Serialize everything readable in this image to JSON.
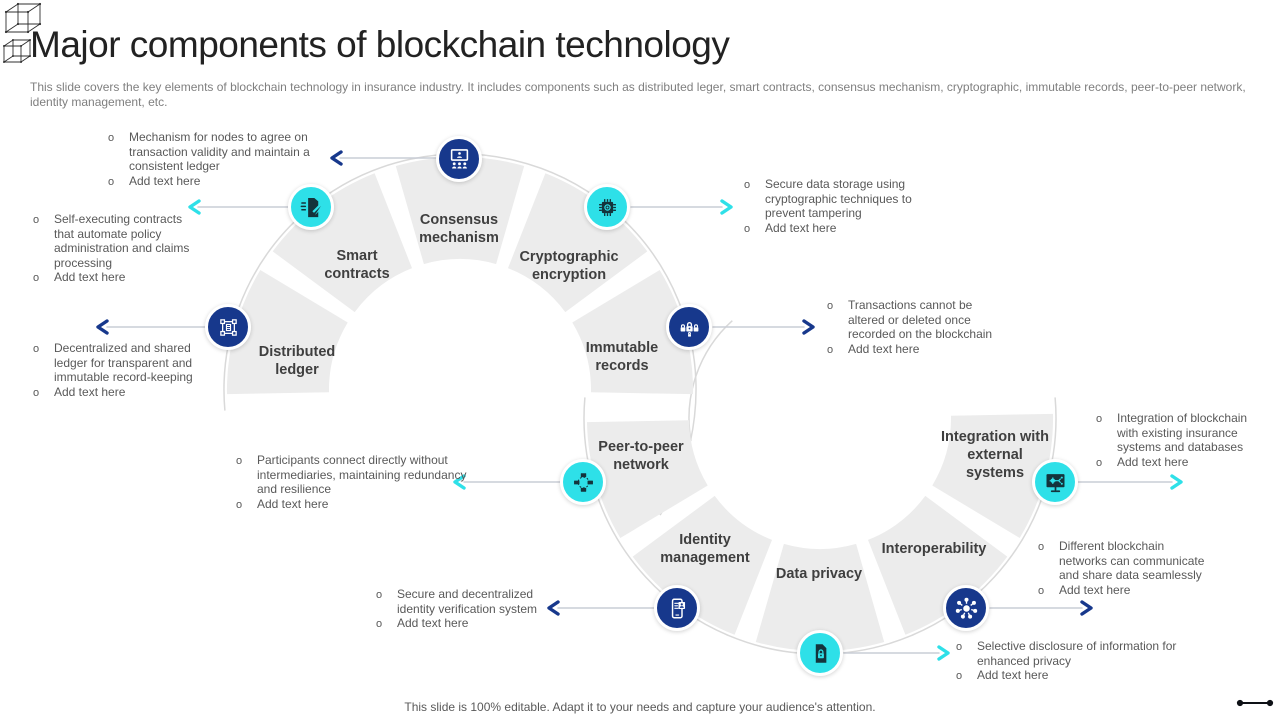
{
  "header": {
    "title": "Major components of blockchain technology",
    "subtitle": "This slide covers the key elements of blockchain technology in insurance industry. It includes components such as distributed leger, smart contracts, consensus mechanism, cryptographic, immutable records, peer-to-peer network, identity management, etc.",
    "logo_icons": [
      "wireframe-cube-icon",
      "wireframe-cube-icon"
    ]
  },
  "footer": {
    "note": "This slide is 100% editable. Adapt it to your needs and capture your audience's attention."
  },
  "colors": {
    "navy": "#17388C",
    "cyan": "#2EE0E8",
    "segment_gray": "#ECECEC",
    "arrow_line": "#C9CDD6",
    "label_text": "#3F3F3F",
    "body_text": "#595959"
  },
  "components": [
    {
      "id": "consensus-mechanism",
      "label": "Consensus mechanism",
      "icon": "presentation-audience-icon",
      "badge_color": "navy",
      "bullets": [
        "Mechanism for nodes to agree on transaction validity and maintain a consistent ledger",
        "Add text here"
      ]
    },
    {
      "id": "smart-contracts",
      "label": "Smart contracts",
      "icon": "signed-contract-icon",
      "badge_color": "cyan",
      "bullets": [
        "Self-executing contracts that automate policy administration and claims processing",
        "Add text here"
      ]
    },
    {
      "id": "cryptographic-encryption",
      "label": "Cryptographic encryption",
      "icon": "encryption-chip-icon",
      "badge_color": "cyan",
      "bullets": [
        "Secure data storage using cryptographic techniques to prevent tampering",
        "Add text here"
      ]
    },
    {
      "id": "distributed-ledger",
      "label": "Distributed ledger",
      "icon": "distributed-network-icon",
      "badge_color": "navy",
      "bullets": [
        "Decentralized and shared ledger for transparent and immutable record-keeping",
        "Add text here"
      ]
    },
    {
      "id": "immutable-records",
      "label": "Immutable records",
      "icon": "padlocks-icon",
      "badge_color": "navy",
      "bullets": [
        "Transactions cannot be altered or deleted once recorded on the blockchain",
        "Add text here"
      ]
    },
    {
      "id": "peer-to-peer-network",
      "label": "Peer-to-peer network",
      "icon": "connected-computers-icon",
      "badge_color": "cyan",
      "bullets": [
        "Participants connect directly without intermediaries, maintaining redundancy and resilience",
        "Add text here"
      ]
    },
    {
      "id": "identity-management",
      "label": "Identity management",
      "icon": "mobile-id-icon",
      "badge_color": "navy",
      "bullets": [
        "Secure and decentralized identity verification system",
        "Add text here"
      ]
    },
    {
      "id": "data-privacy",
      "label": "Data privacy",
      "icon": "locked-document-icon",
      "badge_color": "cyan",
      "bullets": [
        "Selective disclosure of information for enhanced privacy",
        "Add text here"
      ]
    },
    {
      "id": "interoperability",
      "label": "Interoperability",
      "icon": "hub-spoke-icon",
      "badge_color": "navy",
      "bullets": [
        "Different blockchain networks can communicate and share data seamlessly",
        "Add text here"
      ]
    },
    {
      "id": "integration-with-external-systems",
      "label": "Integration with external systems",
      "icon": "system-integration-icon",
      "badge_color": "cyan",
      "bullets": [
        "Integration of blockchain with existing insurance systems and databases",
        "Add text here"
      ]
    }
  ]
}
